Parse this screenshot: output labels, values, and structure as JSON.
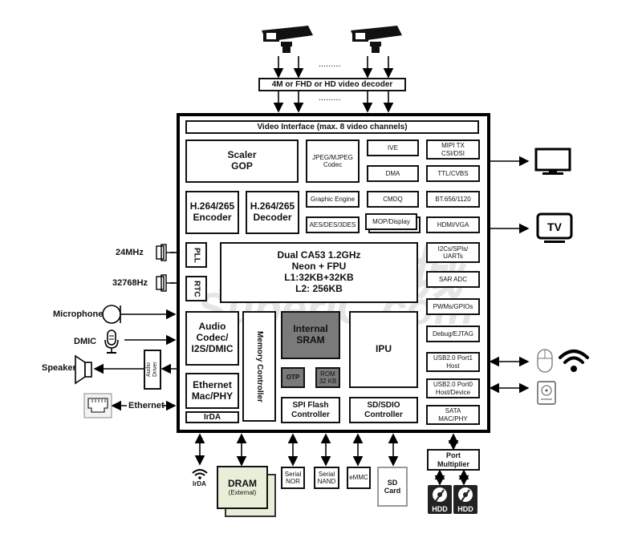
{
  "inputs": {
    "cameras": [
      "camera",
      "camera"
    ],
    "ellipsis_top": ".........",
    "ellipsis_bottom": ".........",
    "decoder": "4M or FHD or HD video decoder"
  },
  "chip": {
    "video_interface": "Video Interface (max. 8 video channels)",
    "scaler": "Scaler\nGOP",
    "jpeg": "JPEG/MJPEG\nCodec",
    "ive": "IVE",
    "dma": "DMA",
    "cmdq": "CMDQ",
    "mop": "MOP/Display",
    "graphic_engine": "Graphic Engine",
    "aes": "AES/DES/3DES",
    "encoder": "H.264/265\nEncoder",
    "decoder": "H.264/265\nDecoder",
    "pll": "PLL",
    "rtc": "RTC",
    "cpu": "Dual CA53 1.2GHz\nNeon + FPU\nL1:32KB+32KB\nL2: 256KB",
    "audio_codec": "Audio\nCodec/\nI2S/DMIC",
    "memory_controller": "Memory Controller",
    "internal_sram": "Internal\nSRAM",
    "otp": "OTP",
    "rom": "ROM\n32 KB",
    "ipu": "IPU",
    "ethernet_mac": "Ethernet\nMac/PHY",
    "irda": "IrDA",
    "spi_flash": "SPI Flash\nController",
    "sd_sdio": "SD/SDIO\nController",
    "right_column": [
      "MIPI TX\nCSI/DSI",
      "TTL/CVBS",
      "BT.656/1120",
      "HDMI/VGA",
      "I2Cs/SPIs/\nUARTs",
      "SAR ADC",
      "PWMs/GPIOs",
      "Debug/EJTAG",
      "USB2.0 Port1\nHost",
      "USB2.0 Port0\nHost/Device",
      "SATA\nMAC/PHY"
    ]
  },
  "left_side": {
    "clock1": "24MHz",
    "clock2": "32768Hz",
    "microphone": "Microphone",
    "dmic": "DMIC",
    "speaker": "Speaker",
    "audio_driver": "Audio\nDriver",
    "ethernet": "Ethernet"
  },
  "right_side": {
    "tv_label": "TV"
  },
  "bottom": {
    "irda": "IrDA",
    "dram": "DRAM",
    "dram_sub": "(External)",
    "serial_nor": "Serial\nNOR",
    "serial_nand": "Serial\nNAND",
    "emmc": "eMMC",
    "sd_card": "SD\nCard",
    "port_multiplier": "Port\nMultiplier",
    "hdd": "HDD"
  },
  "watermark": {
    "cn": "芯智云城",
    "en": "SuperIC.com"
  },
  "colors": {
    "dark_block": "#7a7a7a",
    "dram_fill": "#e8efd8"
  }
}
